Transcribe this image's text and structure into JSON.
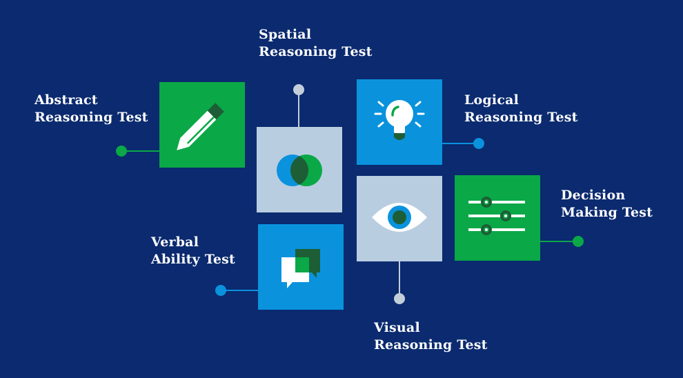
{
  "colors": {
    "background": "#0b2a6f",
    "green": "#0aa847",
    "dark_green": "#1d5e36",
    "blue": "#0a92dd",
    "pale": "#b9cde0",
    "gray_dot": "#c3cedb"
  },
  "tests": [
    {
      "id": "abstract",
      "icon": "pencil-icon",
      "color": "#0aa847",
      "line1": "Abstract",
      "line2": "Reasoning Test"
    },
    {
      "id": "spatial",
      "icon": "venn-circles-icon",
      "color": "#b9cde0",
      "line1": "Spatial",
      "line2": "Reasoning Test"
    },
    {
      "id": "logical",
      "icon": "lightbulb-icon",
      "color": "#0a92dd",
      "line1": "Logical",
      "line2": "Reasoning Test"
    },
    {
      "id": "verbal",
      "icon": "speech-bubbles-icon",
      "color": "#0a92dd",
      "line1": "Verbal",
      "line2": "Ability Test"
    },
    {
      "id": "visual",
      "icon": "eye-icon",
      "color": "#b9cde0",
      "line1": "Visual",
      "line2": "Reasoning Test"
    },
    {
      "id": "decision",
      "icon": "sliders-icon",
      "color": "#0aa847",
      "line1": "Decision",
      "line2": "Making Test"
    }
  ]
}
